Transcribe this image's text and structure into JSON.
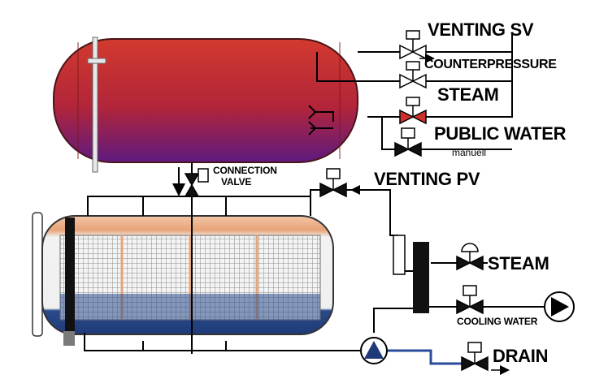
{
  "labels": {
    "venting_sv": "VENTING SV",
    "counterpressure": "COUNTERPRESSURE",
    "steam_top": "STEAM",
    "public_water": "PUBLIC WATER",
    "manuell": "manuell",
    "connection": "CONNECTION",
    "valve": "VALVE",
    "venting_pv": "VENTING PV",
    "steam_bottom": "STEAM",
    "cooling_water": "COOLING WATER",
    "drain": "DRAIN"
  },
  "colors": {
    "upper_tank_top": "#c8302c",
    "upper_tank_bottom": "#6a1a7a",
    "lower_tank_band": "#e8a476",
    "lower_tank_water": "#2a4a8a",
    "pipe": "#000000",
    "drain_pipe": "#2a4a9a",
    "valve_red": "#d0302c"
  },
  "icons": [
    "valve-icon",
    "actuator-icon",
    "pump-icon",
    "arrow-icon"
  ]
}
